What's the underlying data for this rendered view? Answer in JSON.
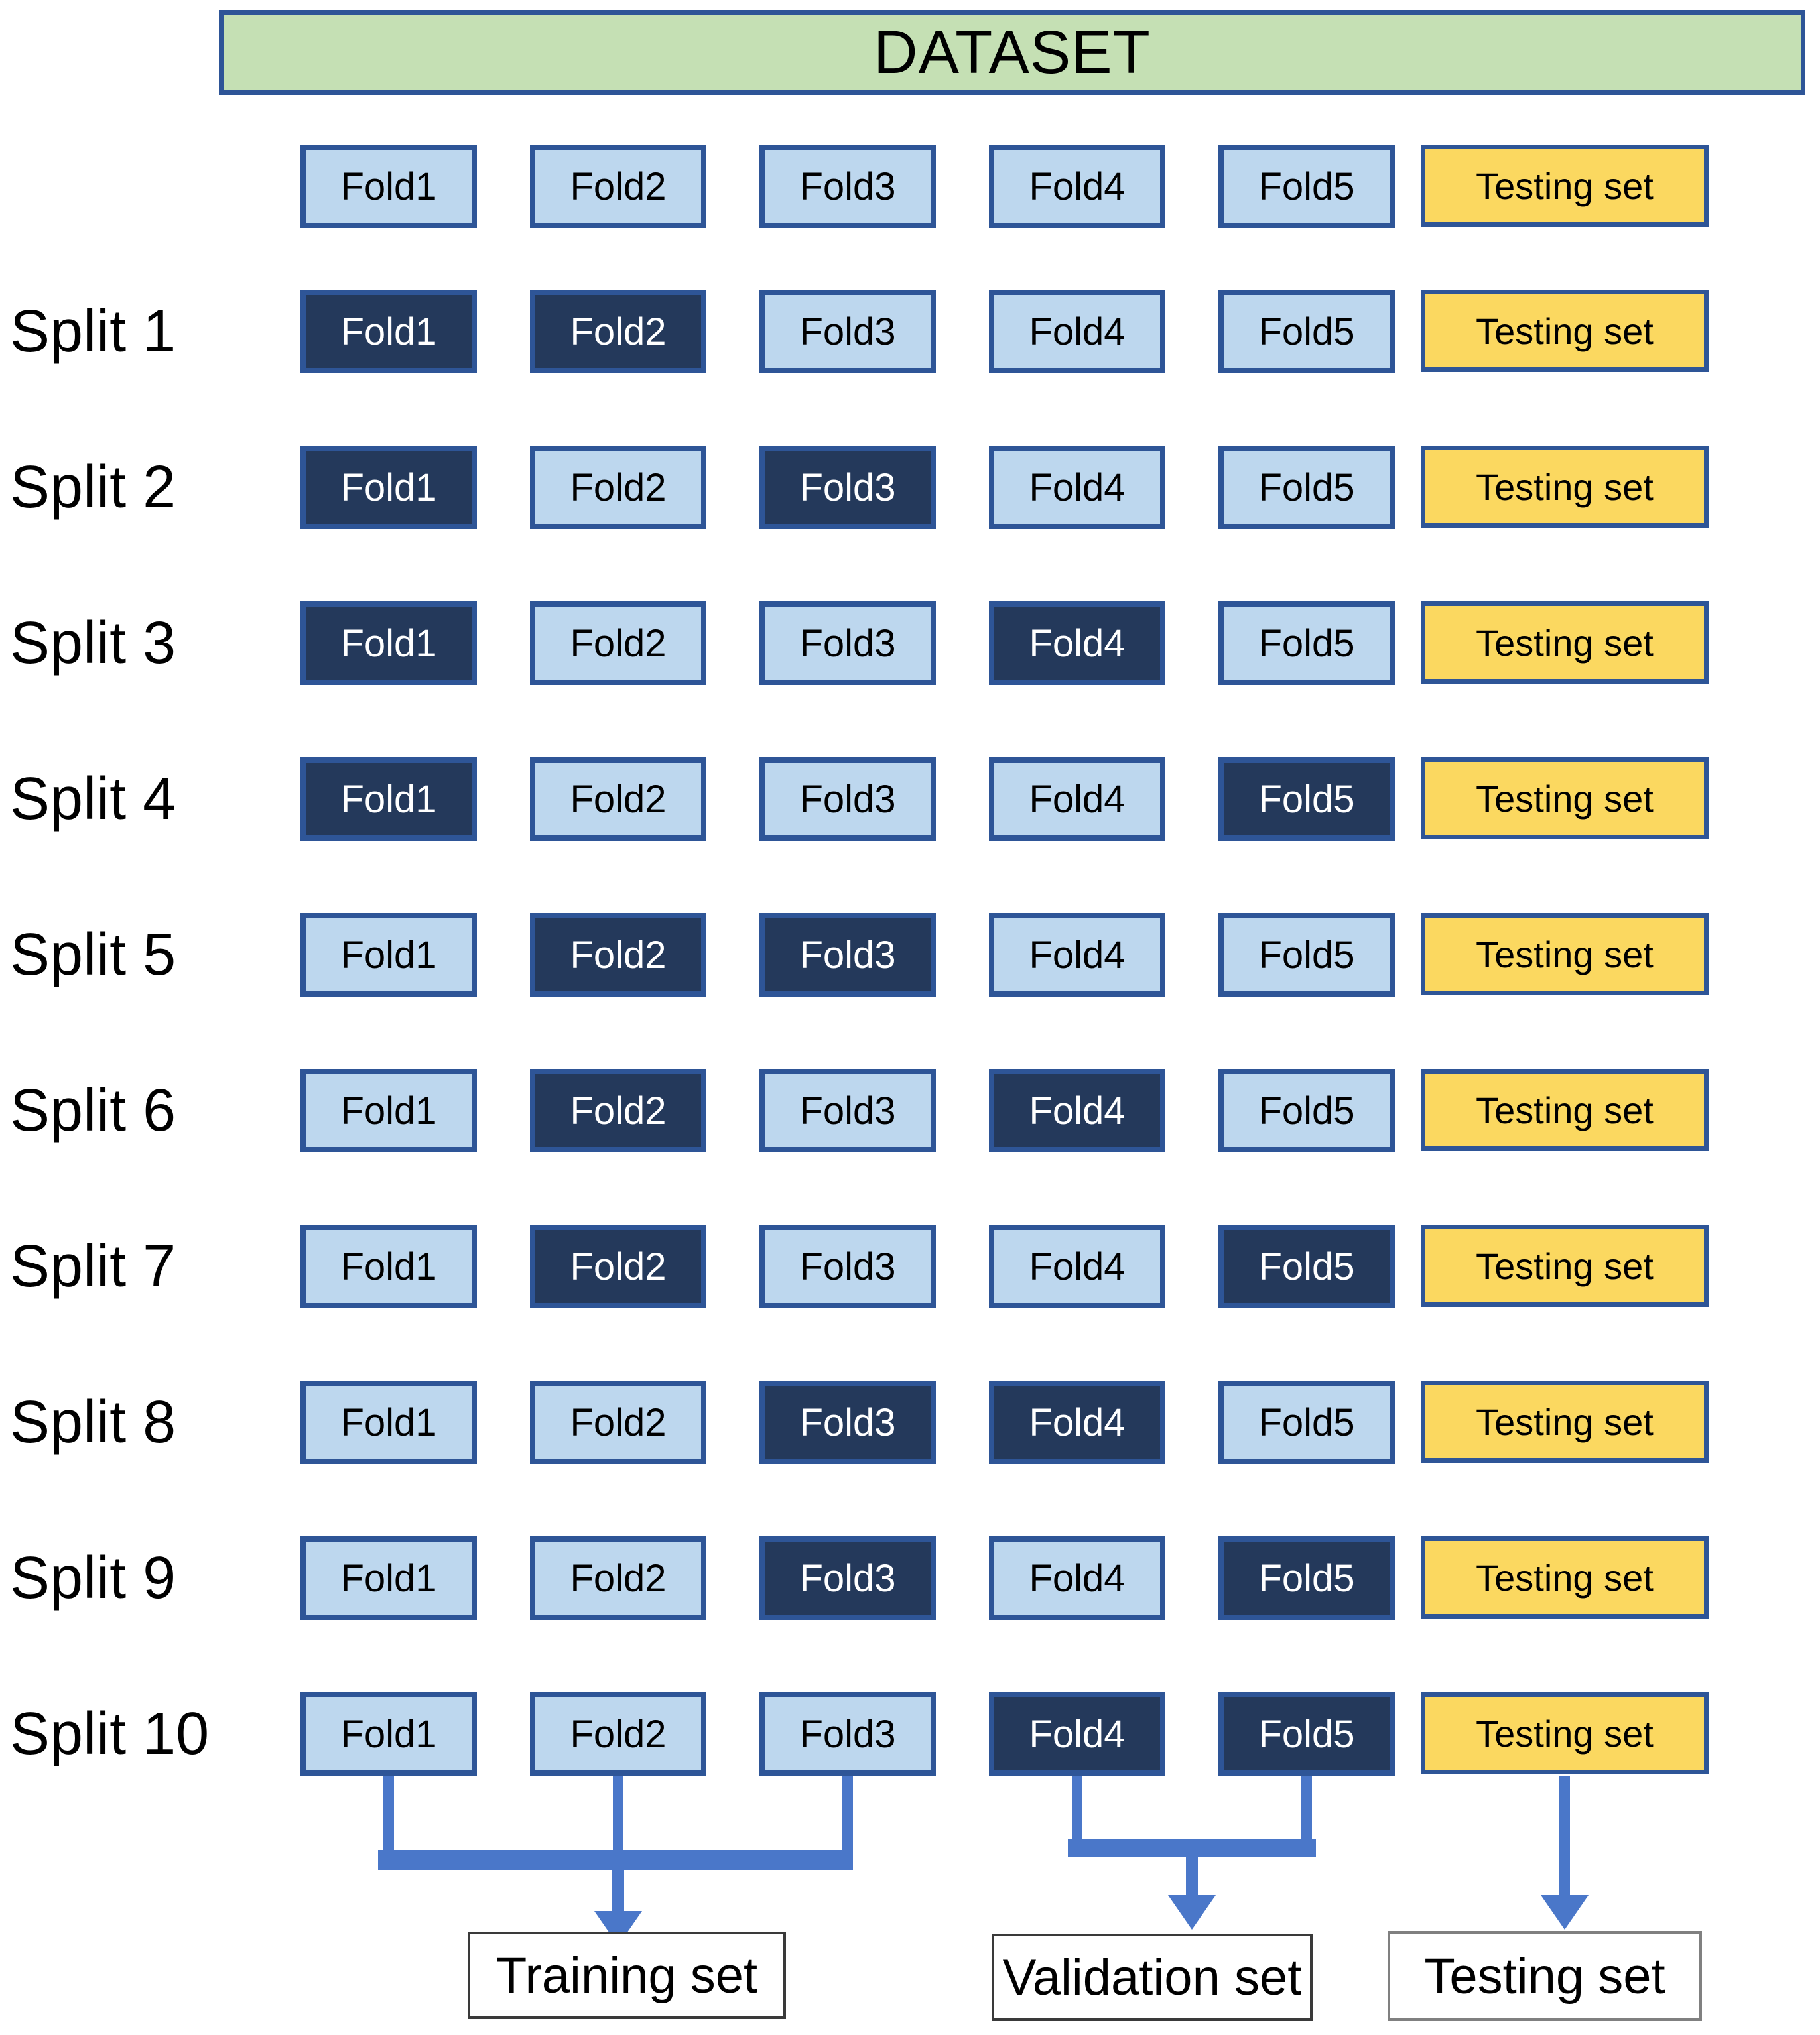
{
  "title": "DATASET",
  "folds": [
    "Fold1",
    "Fold2",
    "Fold3",
    "Fold4",
    "Fold5"
  ],
  "testing_label": "Testing set",
  "splits": [
    {
      "label": "Split 1",
      "validation_folds": [
        1,
        2
      ]
    },
    {
      "label": "Split 2",
      "validation_folds": [
        1,
        3
      ]
    },
    {
      "label": "Split 3",
      "validation_folds": [
        1,
        4
      ]
    },
    {
      "label": "Split 4",
      "validation_folds": [
        1,
        5
      ]
    },
    {
      "label": "Split 5",
      "validation_folds": [
        2,
        3
      ]
    },
    {
      "label": "Split 6",
      "validation_folds": [
        2,
        4
      ]
    },
    {
      "label": "Split 7",
      "validation_folds": [
        2,
        5
      ]
    },
    {
      "label": "Split 8",
      "validation_folds": [
        3,
        4
      ]
    },
    {
      "label": "Split 9",
      "validation_folds": [
        3,
        5
      ]
    },
    {
      "label": "Split 10",
      "validation_folds": [
        4,
        5
      ]
    }
  ],
  "legend": {
    "training": "Training set",
    "validation": "Validation set",
    "testing": "Testing set"
  },
  "colors": {
    "light_fold": "#BDD7EE",
    "dark_fold": "#24395B",
    "fold_border": "#2E5597",
    "dataset_fill": "#C5E0B4",
    "testing_fill": "#FBD860",
    "arrow": "#4A77C9",
    "label_box_border": "#3A3A3A",
    "testing_label_box_border": "#808080"
  }
}
